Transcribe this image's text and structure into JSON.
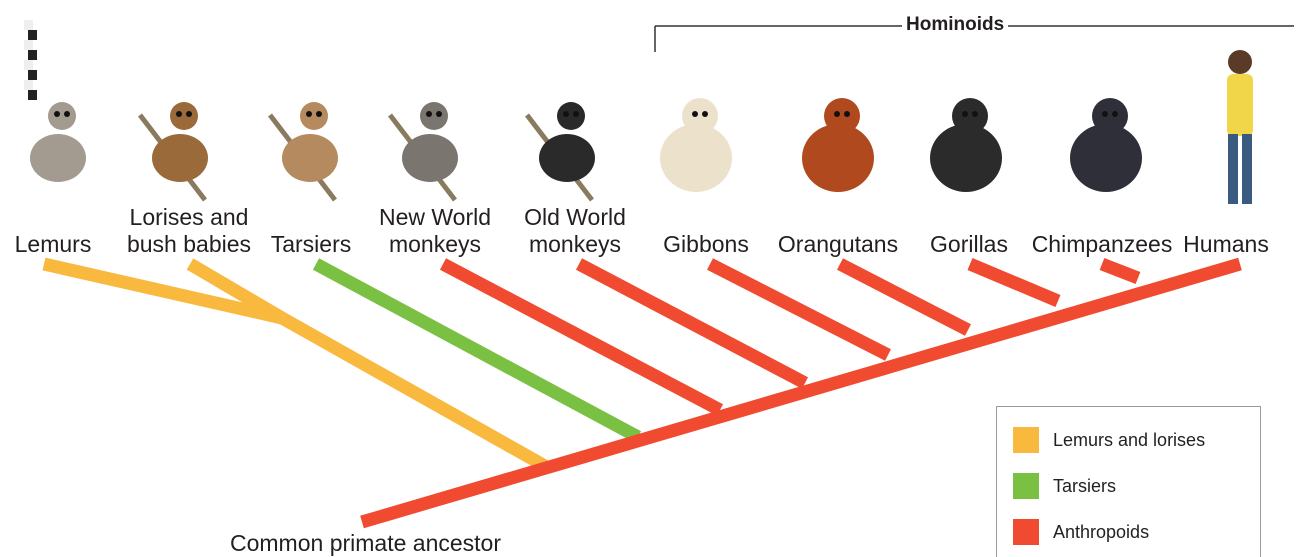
{
  "diagram": {
    "taxa": [
      {
        "name": "lemurs",
        "lines": [
          "Lemurs"
        ],
        "group": "lemurs_lorises",
        "icon": "lemur-illustration"
      },
      {
        "name": "lorises",
        "lines": [
          "Lorises and",
          "bush babies"
        ],
        "group": "lemurs_lorises",
        "icon": "bush-baby-illustration"
      },
      {
        "name": "tarsiers",
        "lines": [
          "Tarsiers"
        ],
        "group": "tarsiers",
        "icon": "tarsier-illustration"
      },
      {
        "name": "new-world",
        "lines": [
          "New World",
          "monkeys"
        ],
        "group": "anthropoids",
        "icon": "marmoset-illustration"
      },
      {
        "name": "old-world",
        "lines": [
          "Old World",
          "monkeys"
        ],
        "group": "anthropoids",
        "icon": "colobus-monkey-illustration"
      },
      {
        "name": "gibbons",
        "lines": [
          "Gibbons"
        ],
        "group": "anthropoids",
        "icon": "gibbon-illustration"
      },
      {
        "name": "orangutans",
        "lines": [
          "Orangutans"
        ],
        "group": "anthropoids",
        "icon": "orangutan-illustration"
      },
      {
        "name": "gorillas",
        "lines": [
          "Gorillas"
        ],
        "group": "anthropoids",
        "icon": "gorilla-illustration"
      },
      {
        "name": "chimpanzees",
        "lines": [
          "Chimpanzees"
        ],
        "group": "anthropoids",
        "icon": "chimpanzee-illustration"
      },
      {
        "name": "humans",
        "lines": [
          "Humans"
        ],
        "group": "anthropoids",
        "icon": "human-illustration"
      }
    ],
    "group_bracket": {
      "label": "Hominoids"
    },
    "root_label": "Common primate ancestor",
    "legend": [
      {
        "key": "lemurs_lorises",
        "label": "Lemurs and lorises",
        "color": "#f9b93e"
      },
      {
        "key": "tarsiers",
        "label": "Tarsiers",
        "color": "#79c043"
      },
      {
        "key": "anthropoids",
        "label": "Anthropoids",
        "color": "#f04b30"
      }
    ]
  }
}
